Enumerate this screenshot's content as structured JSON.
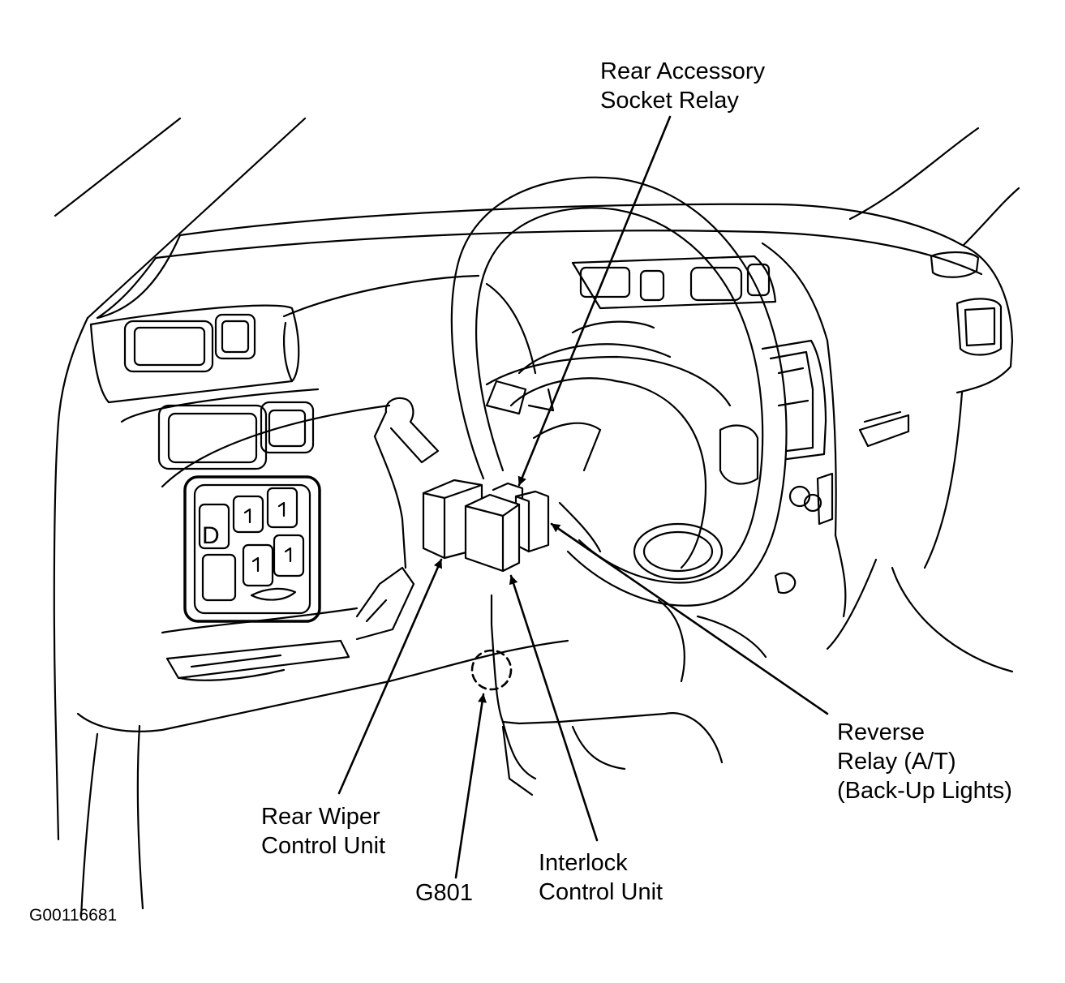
{
  "labels": {
    "rear_accessory_socket_relay": [
      "Rear Accessory",
      "Socket Relay"
    ],
    "reverse_relay": [
      "Reverse",
      "Relay (A/T)",
      "(Back-Up Lights)"
    ],
    "rear_wiper_control_unit": [
      "Rear Wiper",
      "Control Unit"
    ],
    "g801": "G801",
    "interlock_control_unit": [
      "Interlock",
      "Control Unit"
    ]
  },
  "figure_id": "G00116681",
  "colors": {
    "ink": "#000000",
    "background": "#ffffff"
  }
}
